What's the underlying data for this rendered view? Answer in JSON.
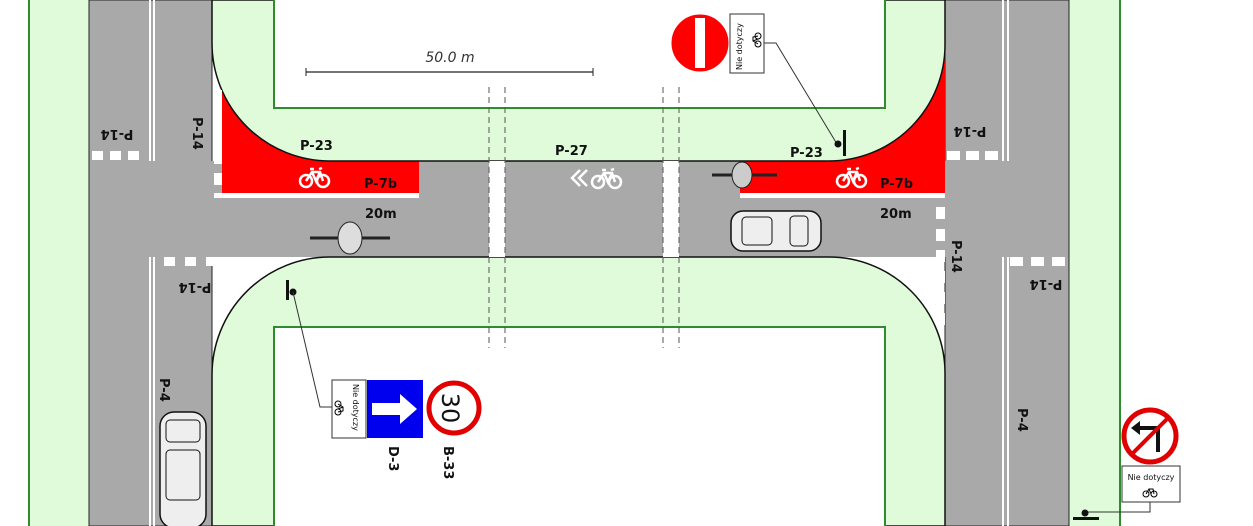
{
  "colors": {
    "road": "#a9a9a9",
    "grass": "#e0fbd9",
    "curb": "#2e8b2e",
    "red": "#ff0000",
    "blue": "#0000ee"
  },
  "dimension": {
    "label": "50.0 m"
  },
  "markings": {
    "p23_left": "P-23",
    "p7b_left": "P-7b",
    "p27": "P-27",
    "dist_left": "20m",
    "p23_right": "P-23",
    "p7b_right": "P-7b",
    "dist_right": "20m",
    "p14_a": "P-14",
    "p14_b": "P-14",
    "p14_c": "P-14",
    "p14_d": "P-14",
    "p14_e": "P-14",
    "p14_f": "P-14",
    "p4_left": "P-4",
    "p4_right": "P-4"
  },
  "signs": {
    "d3": {
      "code": "D-3"
    },
    "b33": {
      "code": "B-33",
      "value": "30"
    },
    "plate_text": "Nie dotyczy",
    "plate_a": "Nie dotyczy",
    "plate_b": "Nie dotyczy",
    "plate_c": "Nie dotyczy"
  },
  "icons": [
    "bicycle-icon",
    "car-icon",
    "cyclist-icon",
    "no-entry-sign",
    "no-left-turn-sign",
    "one-way-sign",
    "speed-limit-sign"
  ]
}
